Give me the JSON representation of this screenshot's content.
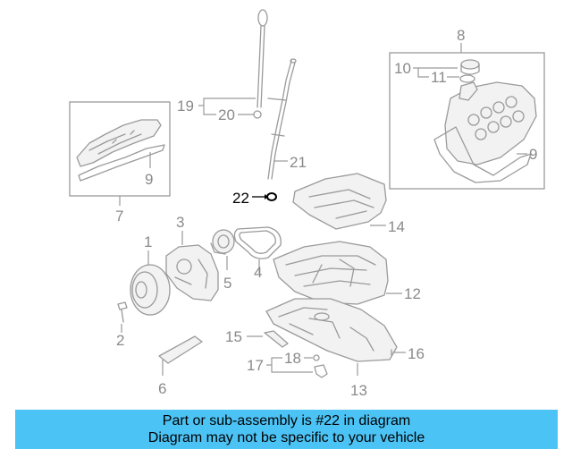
{
  "callouts": {
    "c1": "1",
    "c2": "2",
    "c3": "3",
    "c4": "4",
    "c5": "5",
    "c6": "6",
    "c7": "7",
    "c8": "8",
    "c9a": "9",
    "c9b": "9",
    "c10": "10",
    "c11": "11",
    "c12": "12",
    "c13": "13",
    "c14": "14",
    "c15": "15",
    "c16": "16",
    "c17": "17",
    "c18": "18",
    "c19": "19",
    "c20": "20",
    "c21": "21",
    "c22": "22"
  },
  "highlighted_part": "22",
  "banner": {
    "line1": "Part or sub-assembly is #22 in diagram",
    "line2": "Diagram may not be specific to your vehicle",
    "color": "#4cc3f5"
  }
}
